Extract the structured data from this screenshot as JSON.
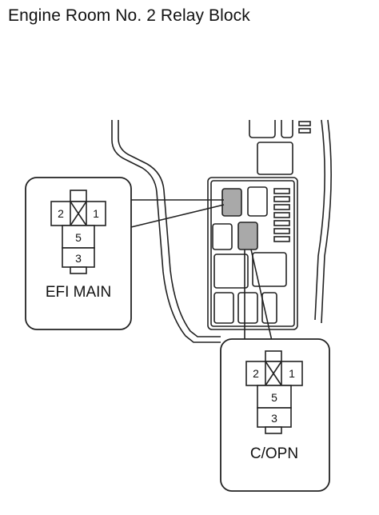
{
  "title": "Engine Room No. 2 Relay Block",
  "relays": [
    {
      "name": "EFI MAIN",
      "pins": {
        "left": "2",
        "right": "1",
        "middle": "5",
        "bottom": "3"
      }
    },
    {
      "name": "C/OPN",
      "pins": {
        "left": "2",
        "right": "1",
        "middle": "5",
        "bottom": "3"
      }
    }
  ],
  "colors": {
    "highlight": "#a9a9a9",
    "line": "#222222",
    "background": "#ffffff"
  }
}
